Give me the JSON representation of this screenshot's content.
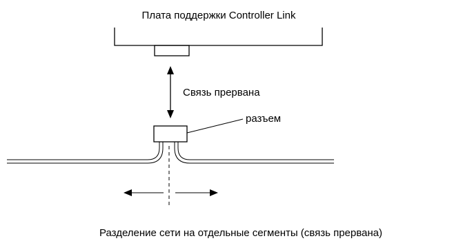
{
  "labels": {
    "board": "Плата поддержки Controller Link",
    "link_status": "Связь прервана",
    "connector": "разъем",
    "caption": "Разделение сети на отдельные сегменты (связь прервана)"
  },
  "colors": {
    "stroke": "#000000",
    "background": "#ffffff"
  }
}
